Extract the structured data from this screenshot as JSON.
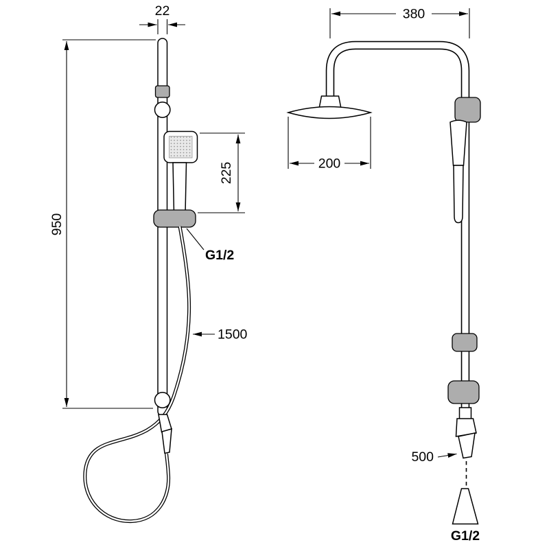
{
  "drawing": {
    "background": "#ffffff",
    "line_color": "#000000",
    "front_view": {
      "rail_width_mm": "22",
      "total_height_mm": "950",
      "handshower_length_mm": "225",
      "hose_length_mm": "1500",
      "connection_thread": "G1/2"
    },
    "side_view": {
      "arm_width_mm": "380",
      "head_diameter_mm": "200",
      "hose_offset_mm": "500",
      "connection_thread": "G1/2"
    }
  }
}
